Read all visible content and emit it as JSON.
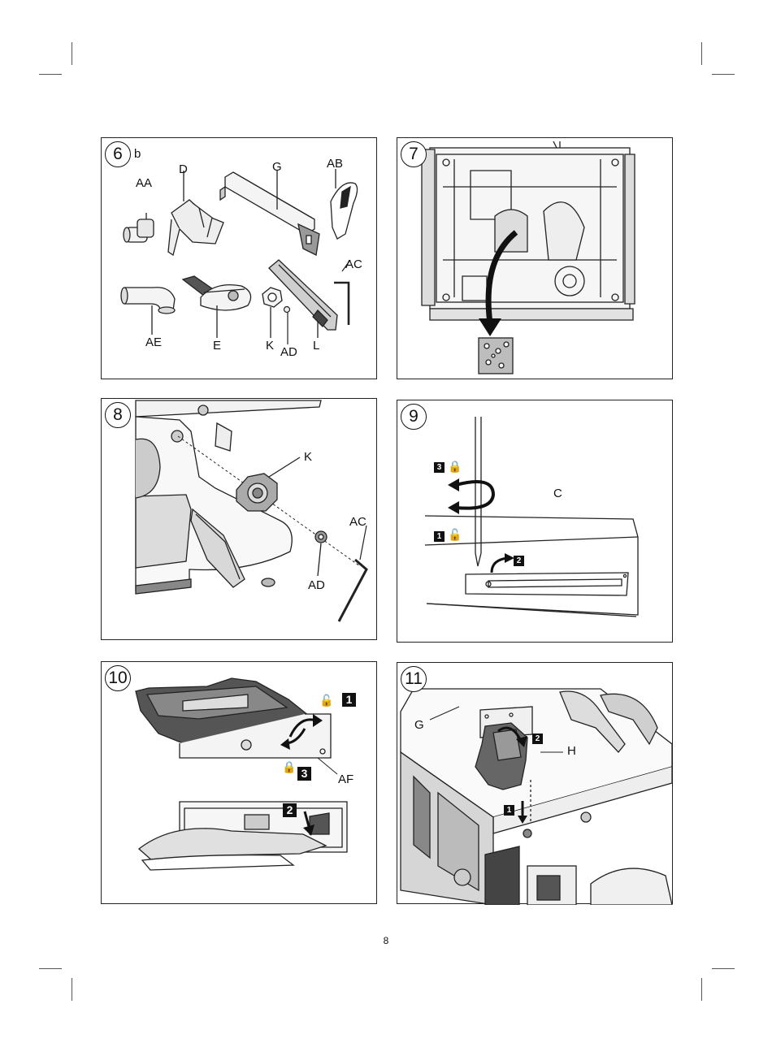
{
  "page_number": "8",
  "figures": [
    {
      "number": "6",
      "suffix": "b",
      "labels": {
        "aa": "AA",
        "d": "D",
        "g": "G",
        "ab": "AB",
        "ac": "AC",
        "ae": "AE",
        "e": "E",
        "k": "K",
        "ad": "AD",
        "l": "L"
      },
      "icons": [
        "dust-port-icon",
        "blade-guard-icon",
        "riving-knife-fence-icon",
        "anti-kickback-icon",
        "hex-key-icon",
        "elbow-hose-icon",
        "miter-gauge-icon",
        "nut-icon",
        "washer-icon",
        "push-stick-icon"
      ]
    },
    {
      "number": "7",
      "icons": [
        "saw-underside-icon",
        "storage-arrow-icon",
        "storage-bin-icon"
      ]
    },
    {
      "number": "8",
      "labels": {
        "k": "K",
        "ac": "AC",
        "ad": "AD"
      },
      "icons": [
        "saw-body-icon",
        "knob-icon",
        "washer-icon",
        "hex-key-icon"
      ]
    },
    {
      "number": "9",
      "labels": {
        "c": "C"
      },
      "steps": {
        "s3": "3",
        "s1": "1",
        "s2": "2"
      },
      "icons": [
        "screwdriver-icon",
        "rotate-arrow-icon",
        "lock-closed-icon",
        "lock-open-icon",
        "table-plate-icon"
      ]
    },
    {
      "number": "10",
      "labels": {
        "af": "AF"
      },
      "steps": {
        "s1": "1",
        "s3": "3",
        "s2": "2"
      },
      "icons": [
        "lever-icon",
        "lock-open-icon",
        "lock-closed-icon"
      ]
    },
    {
      "number": "11",
      "labels": {
        "g": "G",
        "h": "H"
      },
      "steps": {
        "s2": "2",
        "s1": "1"
      },
      "icons": [
        "table-saw-icon",
        "guard-mount-icon",
        "down-arrow-icon"
      ]
    }
  ]
}
